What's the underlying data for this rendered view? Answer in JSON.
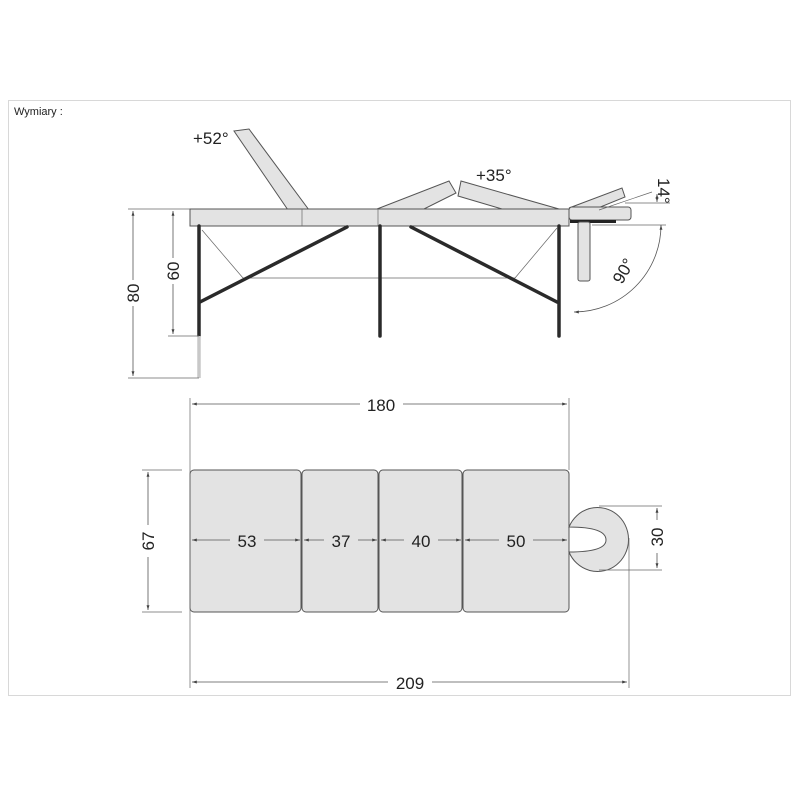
{
  "title": "Wymiary :",
  "side_view": {
    "head_angle": "+52°",
    "middle_angle": "+35°",
    "cradle_tilt": "14°",
    "cradle_fold": "90°",
    "total_height": "80",
    "frame_height": "60"
  },
  "top_view": {
    "table_length": "180",
    "total_length": "209",
    "width": "67",
    "cradle_width": "30",
    "sections": [
      "53",
      "37",
      "40",
      "50"
    ]
  },
  "colors": {
    "pad": "#e3e3e3",
    "frame": "#2a2a2a",
    "line": "#555555"
  }
}
